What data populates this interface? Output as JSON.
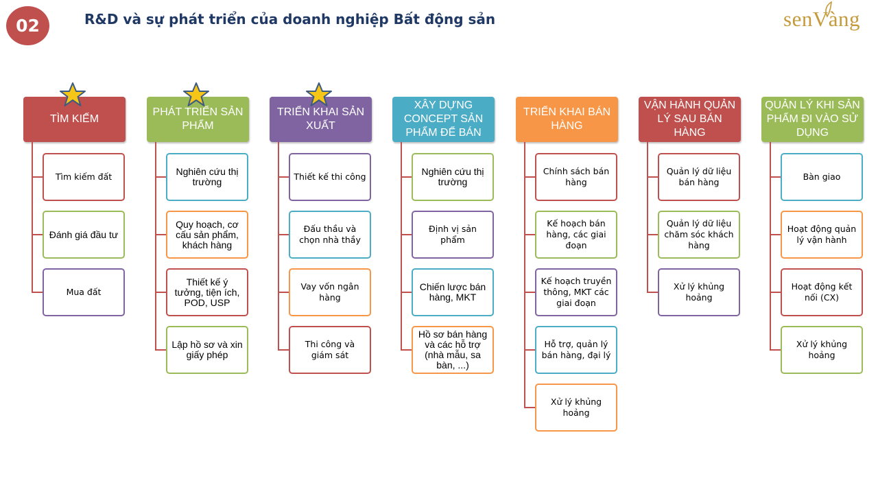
{
  "badge": "02",
  "title": "R&D và sự phát triển của doanh nghiệp Bất động sản",
  "logo": {
    "text": "senVàng",
    "color": "#c49a3c"
  },
  "colors": {
    "red": "#c0504d",
    "green": "#9bbb59",
    "purple": "#8064a2",
    "blue": "#4bacc6",
    "orange": "#f79646",
    "star": "#f5c518"
  },
  "columns": [
    {
      "header": "TÌM KIẾM",
      "color": "#c0504d",
      "star": true,
      "items": [
        {
          "label": "Tìm kiếm đất",
          "border": "#c0504d",
          "large": false
        },
        {
          "label": "Đánh giá đầu tư",
          "border": "#9bbb59",
          "large": true
        },
        {
          "label": "Mua đất",
          "border": "#8064a2",
          "large": false
        }
      ]
    },
    {
      "header": "PHÁT TRIỂN SẢN PHẨM",
      "color": "#9bbb59",
      "star": true,
      "items": [
        {
          "label": "Nghiên cứu thị trường",
          "border": "#4bacc6",
          "large": true
        },
        {
          "label": "Quy hoạch, cơ cấu sản phẩm, khách hàng",
          "border": "#f79646",
          "large": true
        },
        {
          "label": "Thiết kế ý tưởng, tiện ích, POD, USP",
          "border": "#c0504d",
          "large": true
        },
        {
          "label": "Lập hồ sơ và xin giấy phép",
          "border": "#9bbb59",
          "large": true
        }
      ]
    },
    {
      "header": "TRIỂN KHAI SẢN XUẤT",
      "color": "#8064a2",
      "star": true,
      "items": [
        {
          "label": "Thiết kế thi công",
          "border": "#8064a2",
          "large": false
        },
        {
          "label": "Đấu thầu và chọn nhà thầy",
          "border": "#4bacc6",
          "large": false
        },
        {
          "label": "Vay vốn ngân hàng",
          "border": "#f79646",
          "large": false
        },
        {
          "label": "Thi công và giám sát",
          "border": "#c0504d",
          "large": false
        }
      ]
    },
    {
      "header": "XÂY DỰNG CONCEPT SẢN PHẨM ĐỂ BÁN",
      "color": "#4bacc6",
      "star": false,
      "items": [
        {
          "label": "Nghiên cứu thị trường",
          "border": "#9bbb59",
          "large": true
        },
        {
          "label": "Định vị sản phẩm",
          "border": "#8064a2",
          "large": false
        },
        {
          "label": "Chiến lược bán hàng, MKT",
          "border": "#4bacc6",
          "large": true
        },
        {
          "label": "Hồ sơ bán hàng và các hỗ trợ (nhà mẫu, sa bàn, ...)",
          "border": "#f79646",
          "large": true
        }
      ]
    },
    {
      "header": "TRIỂN KHAI BÁN HÀNG",
      "color": "#f79646",
      "star": false,
      "items": [
        {
          "label": "Chính sách bán hàng",
          "border": "#c0504d",
          "large": false
        },
        {
          "label": "Kế hoạch bán hàng, các giai đoạn",
          "border": "#9bbb59",
          "large": false
        },
        {
          "label": "Kế hoạch truyền thông, MKT các giai đoạn",
          "border": "#8064a2",
          "large": false
        },
        {
          "label": "Hỗ trợ, quản lý bán hàng, đại lý",
          "border": "#4bacc6",
          "large": false
        },
        {
          "label": "Xử lý khủng hoảng",
          "border": "#f79646",
          "large": false
        }
      ]
    },
    {
      "header": "VẬN HÀNH QUẢN LÝ SAU BÁN HÀNG",
      "color": "#c0504d",
      "star": false,
      "items": [
        {
          "label": "Quản lý dữ liệu bán hàng",
          "border": "#c0504d",
          "large": false
        },
        {
          "label": "Quản lý dữ liệu chăm sóc khách hàng",
          "border": "#9bbb59",
          "large": false
        },
        {
          "label": "Xử lý khủng hoảng",
          "border": "#8064a2",
          "large": false
        }
      ]
    },
    {
      "header": "QUẢN LÝ KHI SẢN PHẨM ĐI VÀO SỬ DỤNG",
      "color": "#9bbb59",
      "star": false,
      "items": [
        {
          "label": "Bàn giao",
          "border": "#4bacc6",
          "large": false
        },
        {
          "label": "Hoạt động quản lý vận hành",
          "border": "#f79646",
          "large": false
        },
        {
          "label": "Hoạt động kết nối (CX)",
          "border": "#c0504d",
          "large": false
        },
        {
          "label": "Xử lý khủng hoảng",
          "border": "#9bbb59",
          "large": false
        }
      ]
    }
  ]
}
